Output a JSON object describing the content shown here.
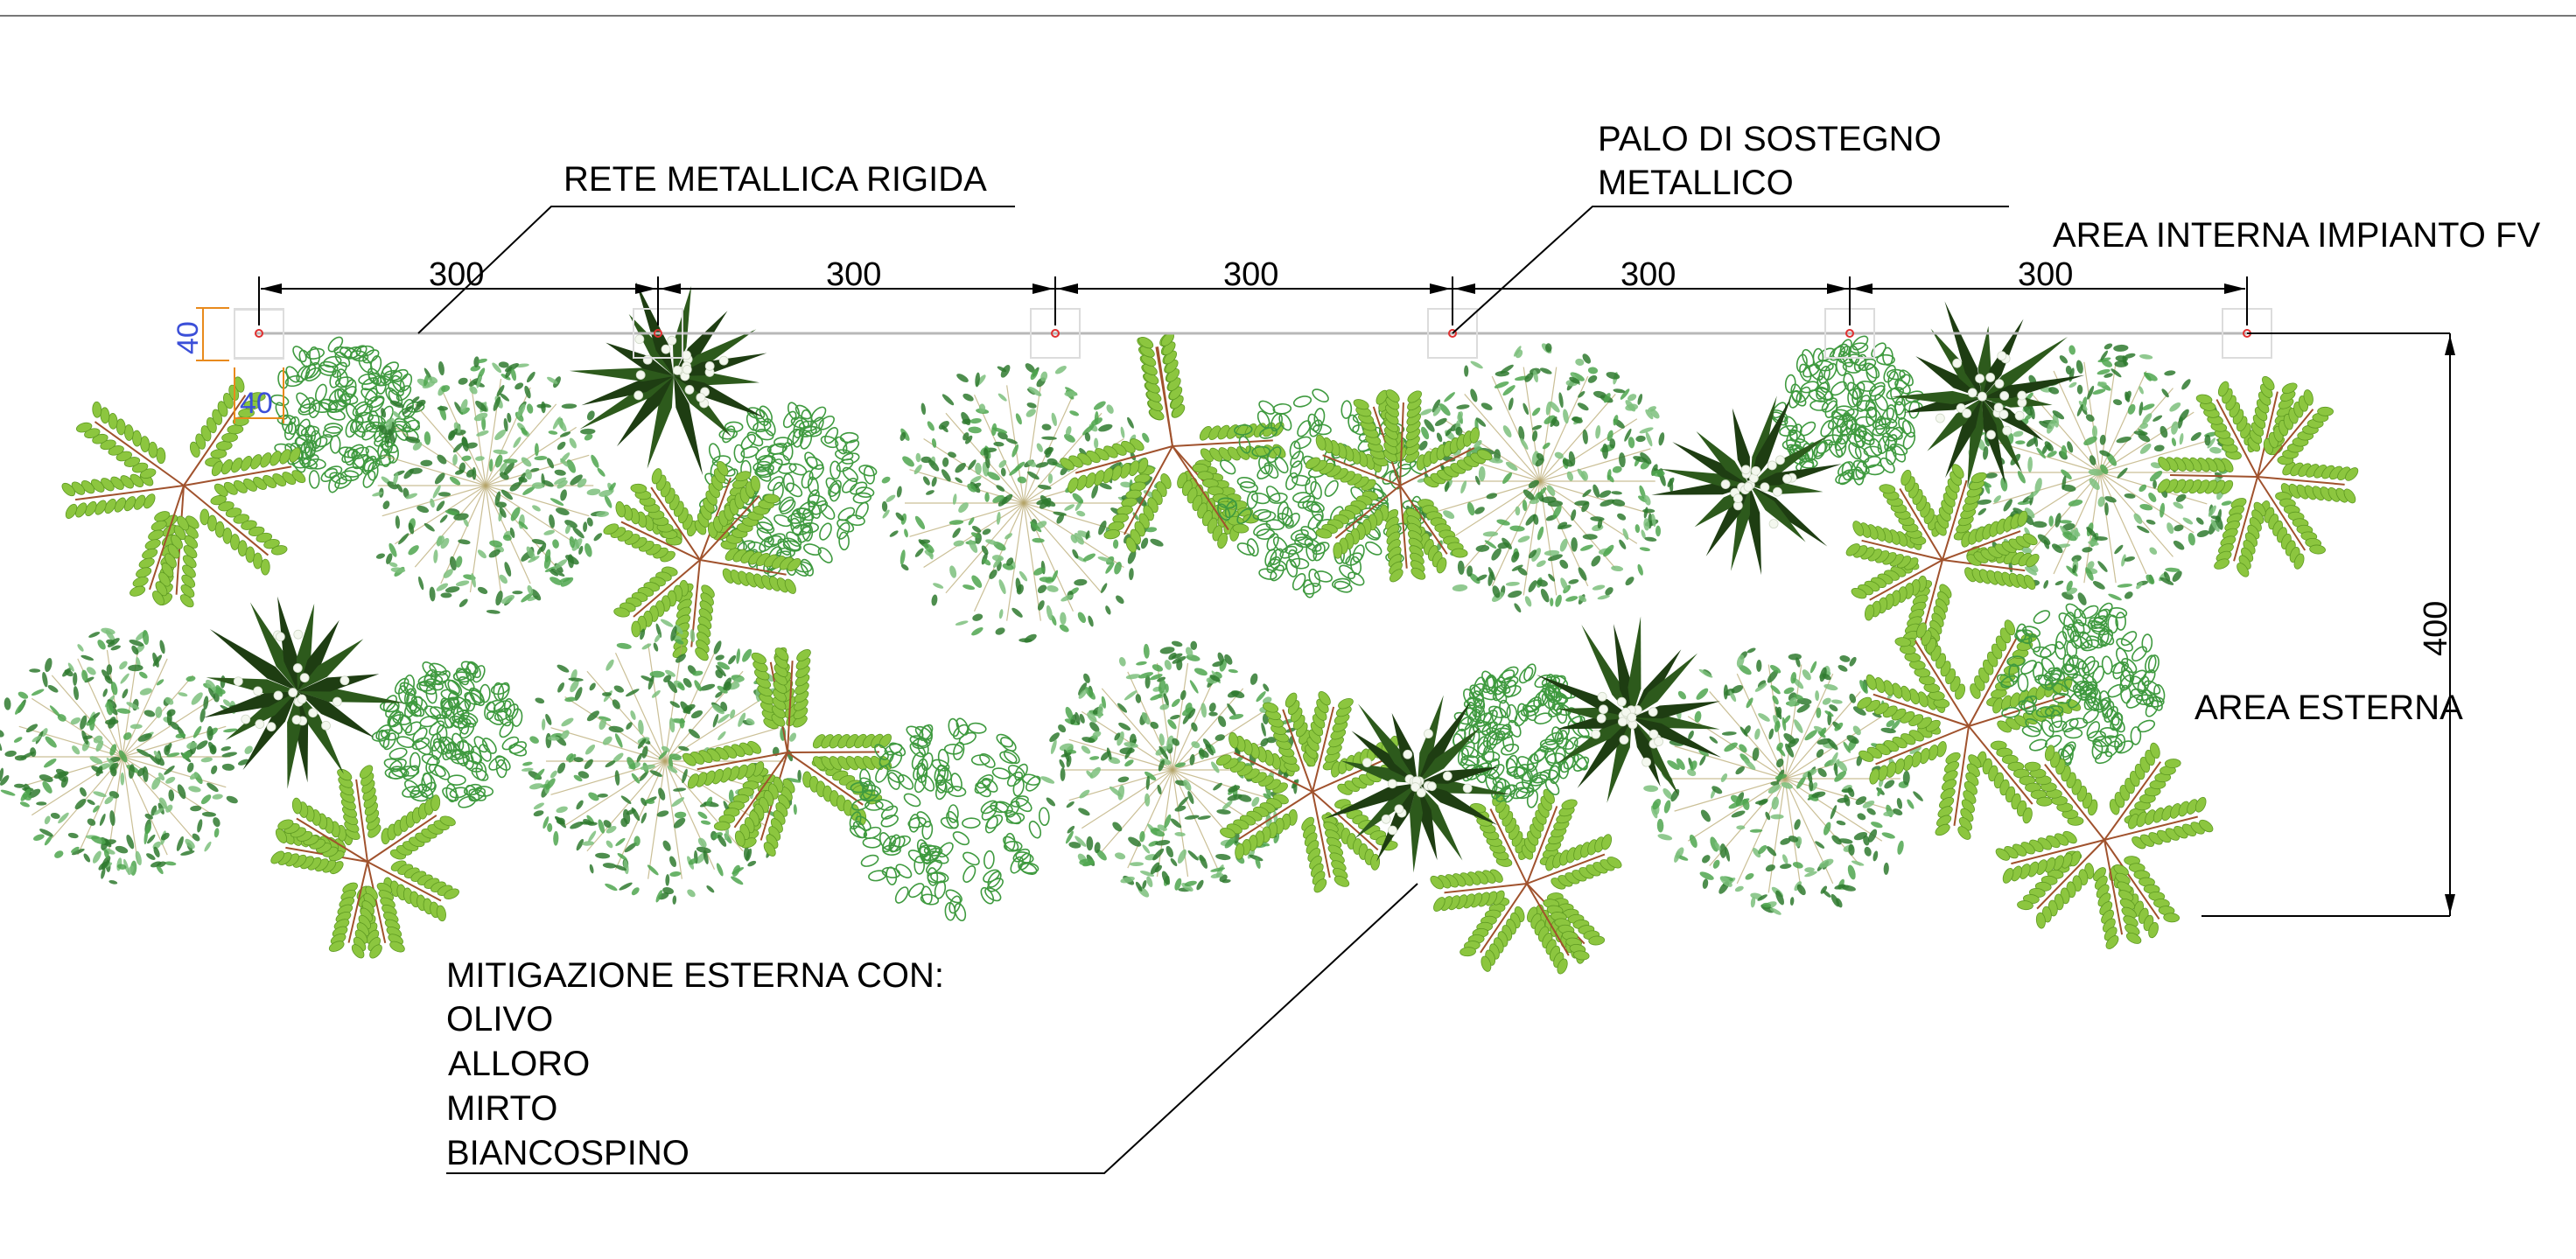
{
  "labels": {
    "rete": "RETE METALLICA RIGIDA",
    "palo_line1": "PALO DI SOSTEGNO",
    "palo_line2": "METALLICO",
    "area_interna": "AREA INTERNA IMPIANTO FV",
    "area_esterna": "AREA ESTERNA",
    "mitigazione_title": "MITIGAZIONE ESTERNA  CON:",
    "species": [
      "OLIVO",
      "ALLORO",
      "MIRTO",
      "BIANCOSPINO"
    ]
  },
  "dimensions": {
    "spacings": [
      "300",
      "300",
      "300",
      "300",
      "300"
    ],
    "depth": "400",
    "post_width": "40",
    "post_depth": "40"
  },
  "colors": {
    "line": "#000000",
    "fence": "#b8b8b8",
    "post_marker": "#e03030",
    "post_dim": "#e88a1c",
    "post_dim_text": "#3b4fd8",
    "olivo_dark": "#2f7a2f",
    "olivo_mid": "#4fa64f",
    "alloro": "#3f9a3f",
    "mirto_light": "#8cc63f",
    "mirto_branch": "#a0522d",
    "biancospino_dark": "#1e3d12",
    "biancospino_flower": "#f4f8ef"
  }
}
